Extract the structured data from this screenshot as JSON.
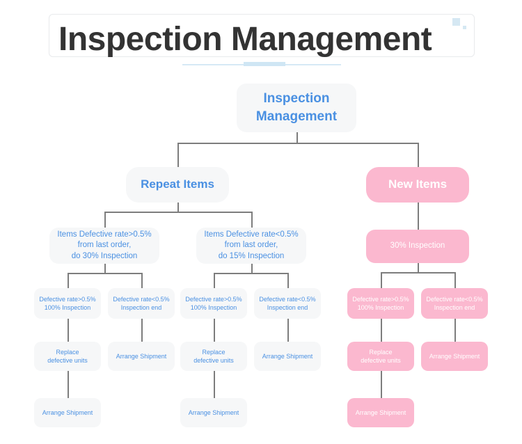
{
  "header": {
    "title": "Inspection Management",
    "decoration_color": "#d5e8f3",
    "underline_color": "#cfe6f4"
  },
  "palette": {
    "blue_node_bg": "#f6f7f8",
    "blue_node_text": "#4a90e2",
    "pink_node_bg": "#fbb8cf",
    "pink_node_text": "#ffffff",
    "connector": "#7d7d7d",
    "title_text": "#333333"
  },
  "diagram": {
    "type": "flowchart",
    "root": {
      "label": "Inspection\nManagement",
      "style": "blue"
    },
    "branches": [
      {
        "id": "repeat-items",
        "label": "Repeat Items",
        "style": "blue",
        "children": [
          {
            "id": "repeat-high",
            "label": "Items Defective rate>0.5%\nfrom last order,\ndo 30% Inspection",
            "style": "blue",
            "children": [
              {
                "id": "repeat-high-fail",
                "label": "Defective rate>0.5%\n100% Inspection",
                "style": "blue",
                "children": [
                  {
                    "id": "repeat-high-fail-replace",
                    "label": "Replace\ndefective units",
                    "style": "blue",
                    "children": [
                      {
                        "id": "repeat-high-fail-ship",
                        "label": "Arrange Shipment",
                        "style": "blue",
                        "children": []
                      }
                    ]
                  }
                ]
              },
              {
                "id": "repeat-high-pass",
                "label": "Defective rate<0.5%\nInspection end",
                "style": "blue",
                "children": [
                  {
                    "id": "repeat-high-pass-ship",
                    "label": "Arrange Shipment",
                    "style": "blue",
                    "children": []
                  }
                ]
              }
            ]
          },
          {
            "id": "repeat-low",
            "label": "Items Defective rate<0.5%\nfrom last order,\ndo 15% Inspection",
            "style": "blue",
            "children": [
              {
                "id": "repeat-low-fail",
                "label": "Defective rate>0.5%\n100% Inspection",
                "style": "blue",
                "children": [
                  {
                    "id": "repeat-low-fail-replace",
                    "label": "Replace\ndefective units",
                    "style": "blue",
                    "children": [
                      {
                        "id": "repeat-low-fail-ship",
                        "label": "Arrange Shipment",
                        "style": "blue",
                        "children": []
                      }
                    ]
                  }
                ]
              },
              {
                "id": "repeat-low-pass",
                "label": "Defective rate<0.5%\nInspection end",
                "style": "blue",
                "children": [
                  {
                    "id": "repeat-low-pass-ship",
                    "label": "Arrange Shipment",
                    "style": "blue",
                    "children": []
                  }
                ]
              }
            ]
          }
        ]
      },
      {
        "id": "new-items",
        "label": "New Items",
        "style": "pink",
        "children": [
          {
            "id": "new-30",
            "label": "30% Inspection",
            "style": "pink",
            "children": [
              {
                "id": "new-fail",
                "label": "Defective rate>0.5%\n100% Inspection",
                "style": "pink",
                "children": [
                  {
                    "id": "new-fail-replace",
                    "label": "Replace\ndefective units",
                    "style": "pink",
                    "children": [
                      {
                        "id": "new-fail-ship",
                        "label": "Arrange Shipment",
                        "style": "pink",
                        "children": []
                      }
                    ]
                  }
                ]
              },
              {
                "id": "new-pass",
                "label": "Defective rate<0.5%\nInspection end",
                "style": "pink",
                "children": [
                  {
                    "id": "new-pass-ship",
                    "label": "Arrange Shipment",
                    "style": "pink",
                    "children": []
                  }
                ]
              }
            ]
          }
        ]
      }
    ]
  },
  "nodes": {
    "root": "Inspection\nManagement",
    "repeat_items": "Repeat Items",
    "new_items": "New Items",
    "repeat_high": "Items Defective rate>0.5%\nfrom last order,\ndo 30% Inspection",
    "repeat_low": "Items Defective rate<0.5%\nfrom last order,\ndo 15% Inspection",
    "new_30": "30% Inspection",
    "def_high": "Defective rate>0.5%\n100% Inspection",
    "def_low": "Defective rate<0.5%\nInspection end",
    "replace": "Replace\ndefective units",
    "arrange": "Arrange Shipment"
  }
}
